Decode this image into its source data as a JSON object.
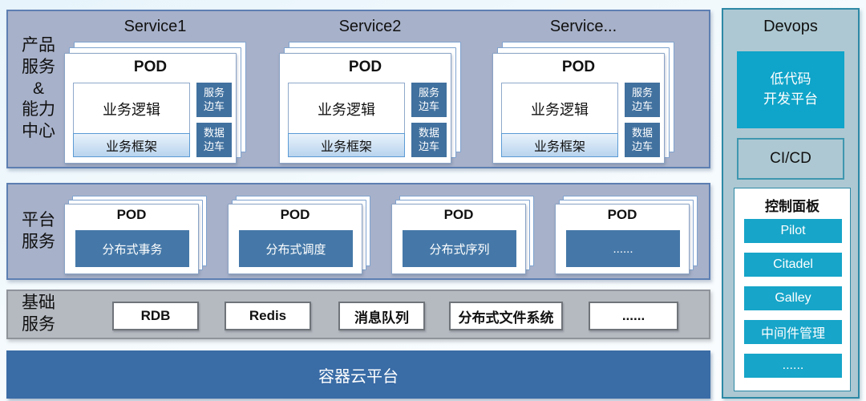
{
  "band1": {
    "label_lines": [
      "产品",
      "服务",
      "&",
      "能力",
      "中心"
    ],
    "services": [
      {
        "title": "Service1",
        "pod": "POD",
        "logic": "业务逻辑",
        "framework": "业务框架",
        "sidecars": [
          [
            "服务",
            "边车"
          ],
          [
            "数据",
            "边车"
          ]
        ]
      },
      {
        "title": "Service2",
        "pod": "POD",
        "logic": "业务逻辑",
        "framework": "业务框架",
        "sidecars": [
          [
            "服务",
            "边车"
          ],
          [
            "数据",
            "边车"
          ]
        ]
      },
      {
        "title": "Service...",
        "pod": "POD",
        "logic": "业务逻辑",
        "framework": "业务框架",
        "sidecars": [
          [
            "服务",
            "边车"
          ],
          [
            "数据",
            "边车"
          ]
        ]
      }
    ]
  },
  "band2": {
    "label_lines": [
      "平台",
      "服务"
    ],
    "pods": [
      {
        "pod": "POD",
        "name": "分布式事务"
      },
      {
        "pod": "POD",
        "name": "分布式调度"
      },
      {
        "pod": "POD",
        "name": "分布式序列"
      },
      {
        "pod": "POD",
        "name": "......"
      }
    ]
  },
  "band3": {
    "label_lines": [
      "基础",
      "服务"
    ],
    "items": [
      "RDB",
      "Redis",
      "消息队列",
      "分布式文件系统",
      "......"
    ]
  },
  "platform_bar": {
    "label": "容器云平台"
  },
  "devops": {
    "title": "Devops",
    "lowcode_lines": [
      "低代码",
      "开发平台"
    ],
    "cicd": "CI/CD",
    "panel_title": "控制面板",
    "buttons": [
      "Pilot",
      "Citadel",
      "Galley",
      "中间件管理",
      "......"
    ]
  },
  "colors": {
    "band_bg": "#a7b1c9",
    "band_border": "#5d7fb2",
    "gray_band_bg": "#b5bac1",
    "steel_blue": "#4578a8",
    "sidecar_blue": "#41719f",
    "platform_bar_blue": "#3a6ca6",
    "devops_bg": "#adc8d2",
    "devops_border": "#2d89a6",
    "teal": "#0fa4c9",
    "framework_gradient_top": "#e8f2fb",
    "framework_gradient_bottom": "#b9d4ee"
  }
}
